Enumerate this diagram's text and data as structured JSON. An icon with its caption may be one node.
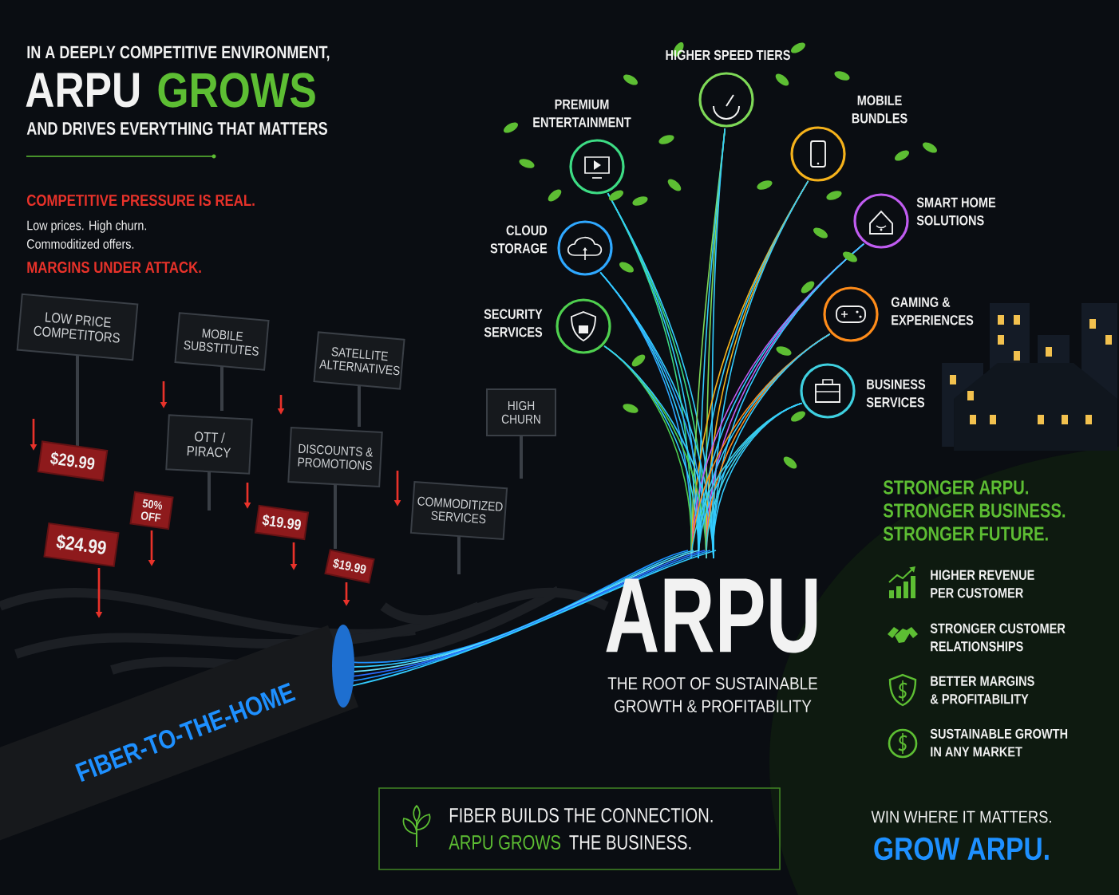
{
  "diagram": {
    "title": "IN A DEEPLY COMPETITIVE ENVIRONMENT,",
    "nodes": [
      {
        "text": [
          "LOW PRICE COMPETITORS"
        ]
      },
      {
        "text": [
          "MOBILE SUBSTITUTES"
        ]
      },
      {
        "text": [
          "SATELLITE ALTERNATIVES"
        ]
      },
      {
        "text": [
          "HIGH CHURN"
        ]
      },
      {
        "text": [
          "OTT / PIRACY"
        ]
      },
      {
        "text": [
          "DISCOUNTS & PROMOTIONS"
        ]
      },
      {
        "text": [
          "COMMODITIZED SERVICES"
        ]
      },
      {
        "text": [
          "$29.99"
        ]
      },
      {
        "text": [
          "50% OFF"
        ]
      },
      {
        "text": [
          "$24.99"
        ]
      },
      {
        "text": [
          "$19.99"
        ]
      },
      {
        "text": [
          "$19.99"
        ]
      },
      {
        "text": [],
        "shape": "circle",
        "beside": [
          "PREMIUM ENTERTAINMENT"
        ]
      },
      {
        "text": [],
        "shape": "circle",
        "beside": [
          "HIGHER SPEED TIERS"
        ]
      },
      {
        "text": [],
        "shape": "circle",
        "beside": [
          "MOBILE BUNDLES"
        ]
      },
      {
        "text": [],
        "shape": "circle",
        "beside": [
          "CLOUD STORAGE"
        ]
      },
      {
        "text": [],
        "shape": "circle",
        "beside": [
          "SMART HOME SOLUTIONS"
        ]
      },
      {
        "text": [],
        "shape": "circle",
        "beside": [
          "SECURITY SERVICES"
        ]
      },
      {
        "text": [],
        "shape": "circle",
        "beside": [
          "GAMING & EXPERIENCES"
        ]
      },
      {
        "text": [],
        "shape": "circle",
        "beside": [
          "BUSINESS SERVICES"
        ]
      },
      {
        "text": [
          "FIBER BUILDS THE CONNECTION.",
          "ARPU GROWS",
          "THE BUSINESS."
        ]
      }
    ],
    "labels": [
      "ARPU",
      "GROWS",
      "AND DRIVES EVERYTHING THAT MATTERS",
      "COMPETITIVE PRESSURE IS REAL.",
      "Low prices. High churn. Commoditized offers.",
      "MARGINS UNDER ATTACK.",
      "FIBER-TO-THE-HOME",
      "ARPU",
      "THE ROOT OF SUSTAINABLE GROWTH & PROFITABILITY",
      "STRONGER ARPU. STRONGER BUSINESS. STRONGER FUTURE.",
      "HIGHER REVENUE PER CUSTOMER",
      "STRONGER CUSTOMER RELATIONSHIPS",
      "BETTER MARGINS & PROFITABILITY",
      "SUSTAINABLE GROWTH IN ANY MARKET",
      "WIN WHERE IT MATTERS.",
      "GROW ARPU."
    ]
  }
}
